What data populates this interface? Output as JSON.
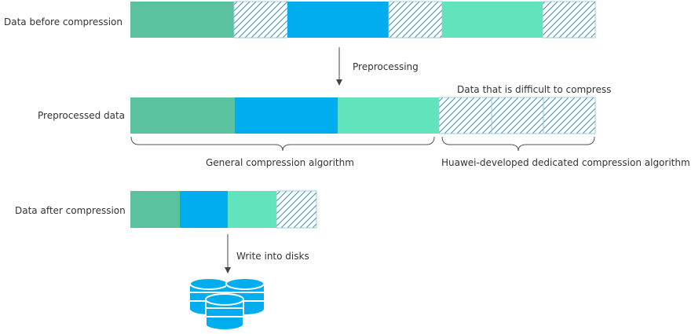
{
  "labels": {
    "before": "Data before compression",
    "preprocessed": "Preprocessed data",
    "after": "Data after compression",
    "preprocessing": "Preprocessing",
    "difficult": "Data that is difficult to compress",
    "general": "General compression algorithm",
    "dedicated": "Huawei-developed dedicated compression algorithm",
    "write": "Write into disks"
  },
  "colors": {
    "green": "#5bc2a0",
    "blue": "#00aeef",
    "mint": "#61e3bb",
    "hatch": "#3f8fa6",
    "border": "#9fc9db",
    "arrow": "#444444",
    "disk": "#00aeef"
  },
  "icons": {
    "storage": "database-stack-icon"
  }
}
